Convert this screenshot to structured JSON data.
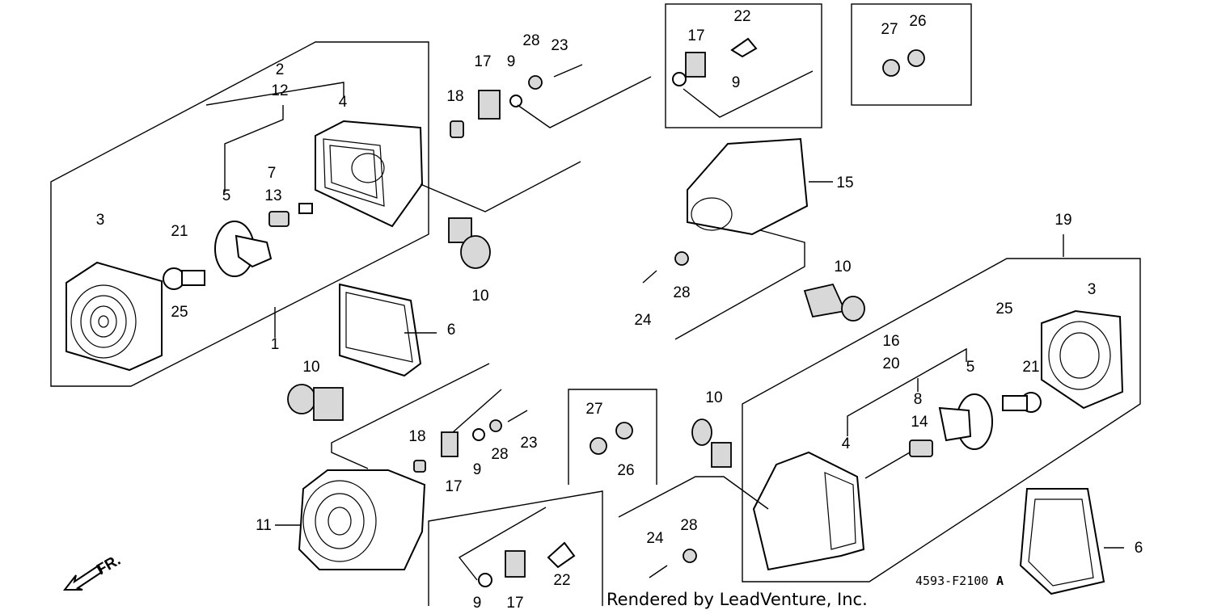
{
  "diagram": {
    "code": "4593-F2100",
    "revision": "A",
    "credit": "Rendered by LeadVenture, Inc.",
    "front_marker": "FR.",
    "callouts": {
      "c1": "1",
      "c2": "2",
      "c12": "12",
      "c7": "7",
      "c4a": "4",
      "c5a": "5",
      "c13": "13",
      "c3a": "3",
      "c21a": "21",
      "c25a": "25",
      "c18a": "18",
      "c17a": "17",
      "c28a": "28",
      "c23a": "23",
      "c9a": "9",
      "c10a": "10",
      "c6a": "6",
      "c10b": "10",
      "c17b": "17",
      "c22a": "22",
      "c9b": "9",
      "c27a": "27",
      "c26a": "26",
      "c15": "15",
      "c24a": "24",
      "c28b": "28",
      "c10c": "10",
      "c19": "19",
      "c3b": "3",
      "c25b": "25",
      "c16": "16",
      "c20": "20",
      "c8": "8",
      "c5b": "5",
      "c21b": "21",
      "c14": "14",
      "c4b": "4",
      "c11": "11",
      "c18b": "18",
      "c17c": "17",
      "c9c": "9",
      "c28c": "28",
      "c23b": "23",
      "c27b": "27",
      "c26b": "26",
      "c10d": "10",
      "c9d": "9",
      "c17d": "17",
      "c22b": "22",
      "c24b": "24",
      "c28d": "28",
      "c6b": "6"
    }
  }
}
